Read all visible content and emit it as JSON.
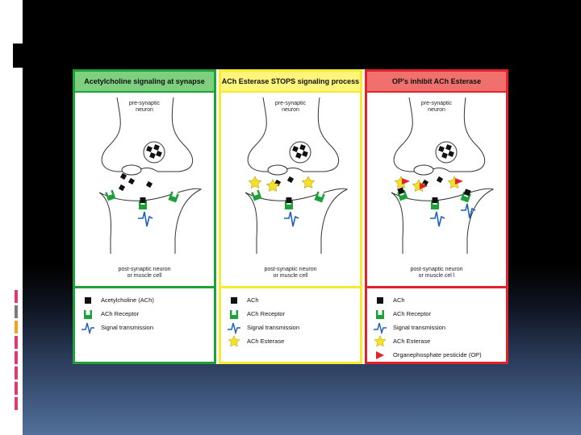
{
  "panels": [
    {
      "header": "Acetylcholine signaling at synapse",
      "border_color": "#1fa13a",
      "header_bg": "#7ed07f",
      "pre_label_1": "pre-synaptic",
      "pre_label_2": "neuron",
      "post_label_1": "post-synaptic neuron",
      "post_label_2": "or muscle cell",
      "legend": [
        "Acetylcholine (ACh)",
        "ACh Receptor",
        "Signal transmission"
      ]
    },
    {
      "header": "ACh Esterase STOPS signaling process",
      "border_color": "#f4ec2e",
      "header_bg": "#fff57a",
      "pre_label_1": "pre-synaptic",
      "pre_label_2": "neuron",
      "post_label_1": "post-synaptic neuron",
      "post_label_2": "or muscle cell",
      "legend": [
        "ACh",
        "ACh Receptor",
        "Signal transmission",
        "ACh Esterase"
      ]
    },
    {
      "header": "OP's inhibit ACh Esterase",
      "border_color": "#e0222a",
      "header_bg": "#f0706e",
      "pre_label_1": "pre-synaptic",
      "pre_label_2": "neuron",
      "post_label_1": "post-synaptic neuron",
      "post_label_2": "or muscle cel l",
      "legend": [
        "ACh",
        "ACh Receptor",
        "Signal transmission",
        "ACh Esterase",
        "Organephosphate pesticide (OP)"
      ]
    }
  ],
  "colors": {
    "ach": "#111111",
    "receptor": "#1fa13a",
    "signal": "#1f5fbf",
    "esterase": "#f7e02a",
    "op": "#e0222a"
  },
  "icons": [
    "ach-square-icon",
    "receptor-icon",
    "signal-wave-icon",
    "esterase-star-icon",
    "op-triangle-icon"
  ]
}
